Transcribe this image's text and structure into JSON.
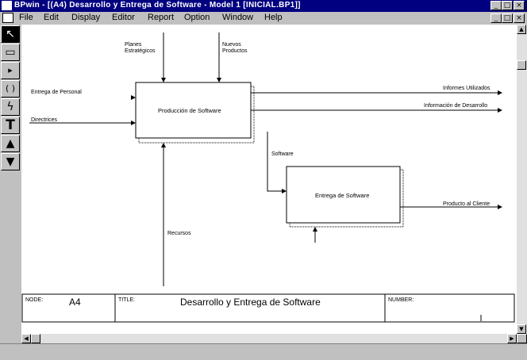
{
  "window": {
    "title": "BPwin - [(A4) Desarrollo y Entrega de  Software - Model 1  [INICIAL.BP1]]",
    "controls": [
      "_",
      "□",
      "×"
    ]
  },
  "menu": [
    "File",
    "Edit",
    "Display",
    "Editor",
    "Report",
    "Option",
    "Window",
    "Help"
  ],
  "tools": [
    "pointer-icon",
    "box-tool-icon",
    "text-arrow-icon",
    "paren-tool-icon",
    "squiggle-icon",
    "text-tool-icon",
    "up-triangle-icon",
    "down-triangle-icon"
  ],
  "tool_glyphs": [
    "↖",
    "▭",
    "▸",
    "( )",
    "ϟ",
    "T",
    "▲",
    "▼"
  ],
  "diagram": {
    "activities": [
      {
        "name": "Producción de Software"
      },
      {
        "name": "Entrega de Software"
      }
    ],
    "labels": {
      "planes": "Planes\nEstratégicos",
      "nuevos": "Nuevos\nProductos",
      "entrega_personal": "Entrega de Personal",
      "directrices": "Directrices",
      "informes": "Informes Utilizados",
      "informacion": "Información de  Desarrollo",
      "software": "Software",
      "producto": "Producto al Cliente",
      "recursos": "Recursos"
    }
  },
  "footer": {
    "node_label": "NODE:",
    "node_value": "A4",
    "title_label": "TITLE:",
    "title_value": "Desarrollo y Entrega de  Software",
    "number_label": "NUMBER:"
  },
  "colors": {
    "titlebar": "#000080",
    "chrome": "#c0c0c0",
    "canvas": "#ffffff"
  }
}
